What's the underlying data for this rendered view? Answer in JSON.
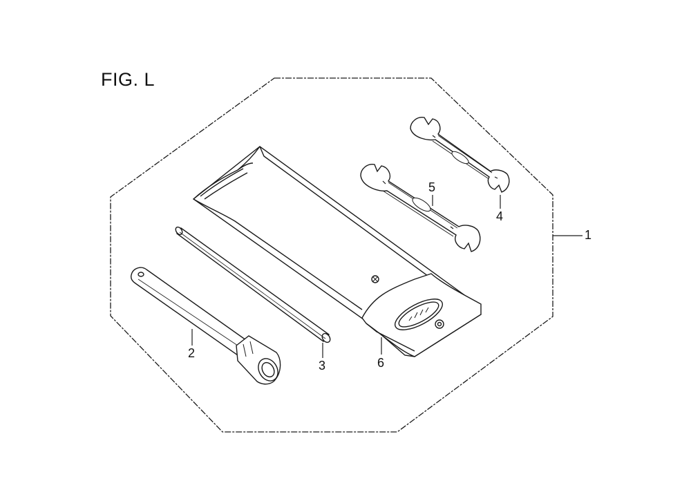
{
  "figure": {
    "title": "FIG. L"
  },
  "callouts": [
    {
      "id": "1",
      "label": "1"
    },
    {
      "id": "2",
      "label": "2"
    },
    {
      "id": "3",
      "label": "3"
    },
    {
      "id": "4",
      "label": "4"
    },
    {
      "id": "5",
      "label": "5"
    },
    {
      "id": "6",
      "label": "6"
    }
  ],
  "colors": {
    "line": "#1a1a1a",
    "background": "#ffffff"
  }
}
